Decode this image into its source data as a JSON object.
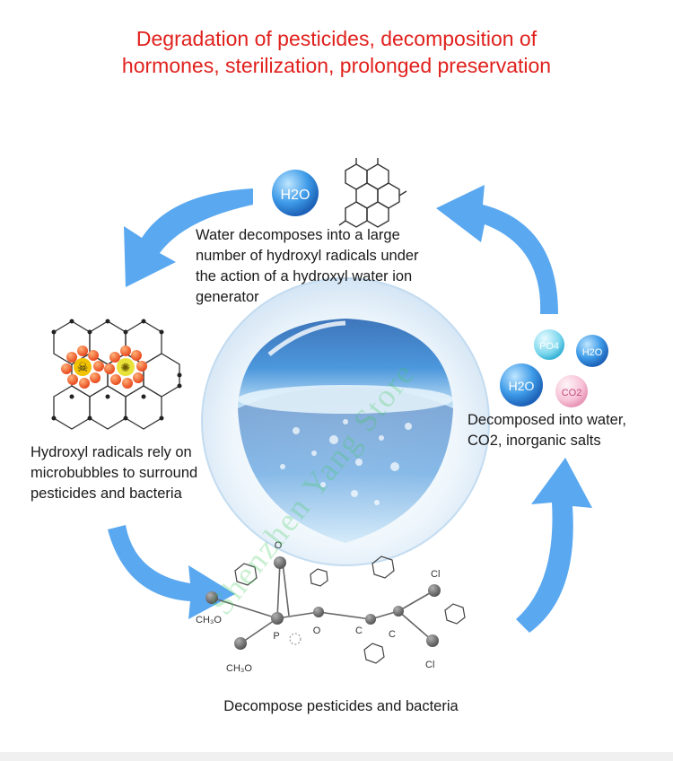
{
  "title": {
    "line1": "Degradation of pesticides, decomposition of",
    "line2": "hormones, sterilization, prolonged preservation"
  },
  "steps": {
    "top": {
      "line1": "Water decomposes into a large",
      "line2": "number of hydroxyl radicals under",
      "line3": "the action of a hydroxyl water ion",
      "line4": "generator"
    },
    "left": {
      "line1": "Hydroxyl radicals rely on",
      "line2": "microbubbles to surround",
      "line3": "pesticides and bacteria"
    },
    "bottom": {
      "line1": "Decompose pesticides and bacteria"
    },
    "right": {
      "line1": "Decomposed into water,",
      "line2": "CO2, inorganic salts"
    }
  },
  "molecules": {
    "h2o": "H2O",
    "po4": "PO4",
    "co2": "CO2"
  },
  "structure_labels": {
    "o_top": "O",
    "ch3o_left": "CH₃O",
    "p": "P",
    "o_mid": "O",
    "c1": "C",
    "c2": "C",
    "cl_top": "Cl",
    "cl_bottom": "Cl",
    "ch3o_bottom": "CH₃O"
  },
  "watermark": "Shenzhen Yang Store",
  "colors": {
    "title": "#e0211d",
    "arrow": "#5aa8f0",
    "bubble_blue": "#2f7fd0",
    "text": "#1a1a1a"
  }
}
